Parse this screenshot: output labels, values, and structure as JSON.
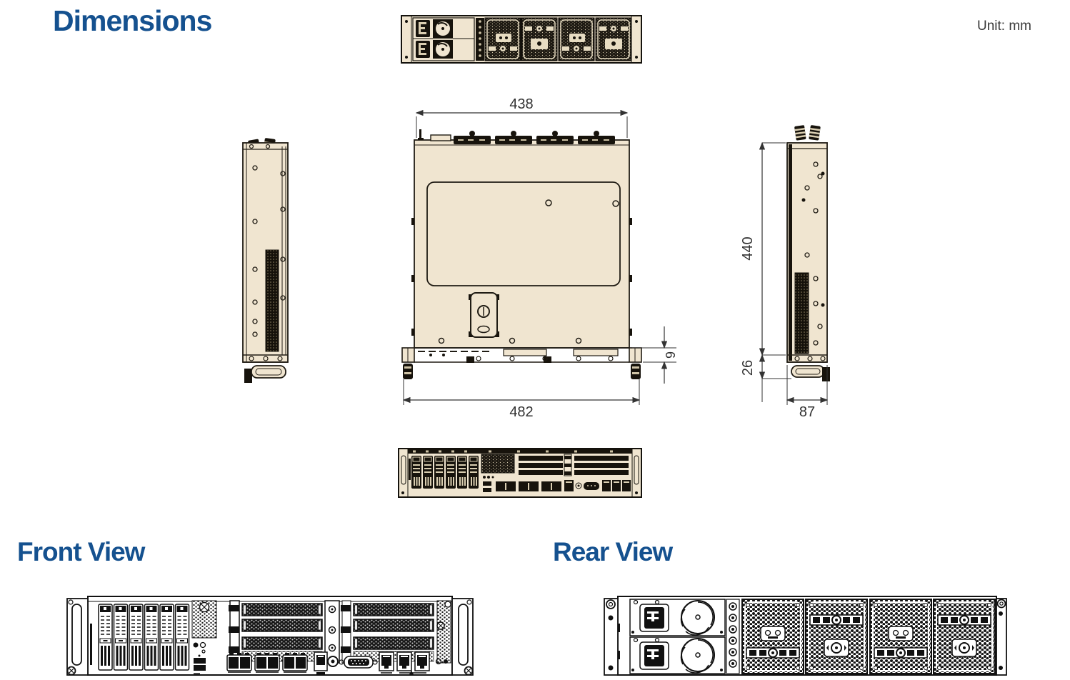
{
  "header": {
    "title": "Dimensions",
    "unit": "Unit: mm"
  },
  "sections": {
    "front_view": "Front View",
    "rear_view": "Rear View"
  },
  "dims": {
    "top_width_mm": "438",
    "overall_width_mm": "482",
    "rail_thickness_mm": "9",
    "chassis_depth_mm": "440",
    "handle_depth_mm": "26",
    "chassis_height_mm": "87"
  },
  "colors": {
    "accent_blue": "#15518f",
    "chassis_beige": "#f0e5d0",
    "line_dark": "#1c1913",
    "dim_text": "#333333"
  }
}
